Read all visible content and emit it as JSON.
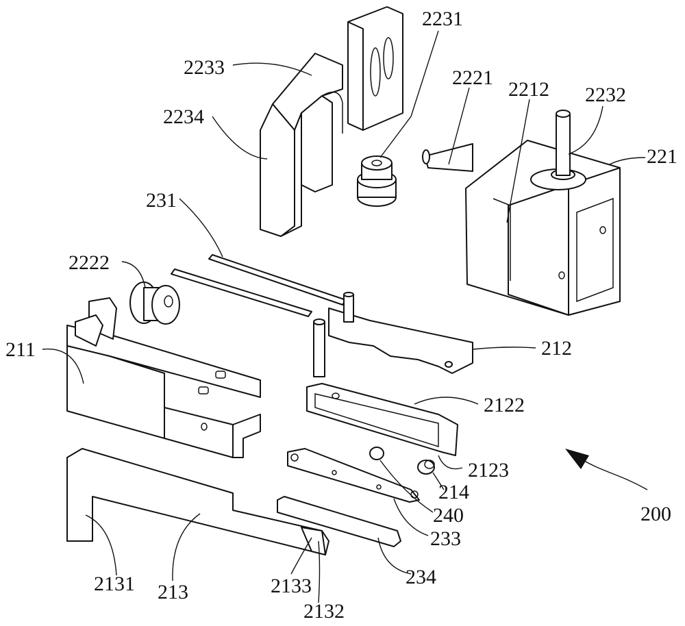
{
  "diagram": {
    "labels": {
      "l2231": "2231",
      "l2233": "2233",
      "l2234": "2234",
      "l2221": "2221",
      "l2212": "2212",
      "l2232": "2232",
      "l221": "221",
      "l231": "231",
      "l2222": "2222",
      "l211": "211",
      "l212": "212",
      "l2122": "2122",
      "l2123": "2123",
      "l214": "214",
      "l240": "240",
      "l233": "233",
      "l234": "234",
      "l200": "200",
      "l2131": "2131",
      "l213": "213",
      "l2133": "2133",
      "l2132": "2132"
    }
  }
}
